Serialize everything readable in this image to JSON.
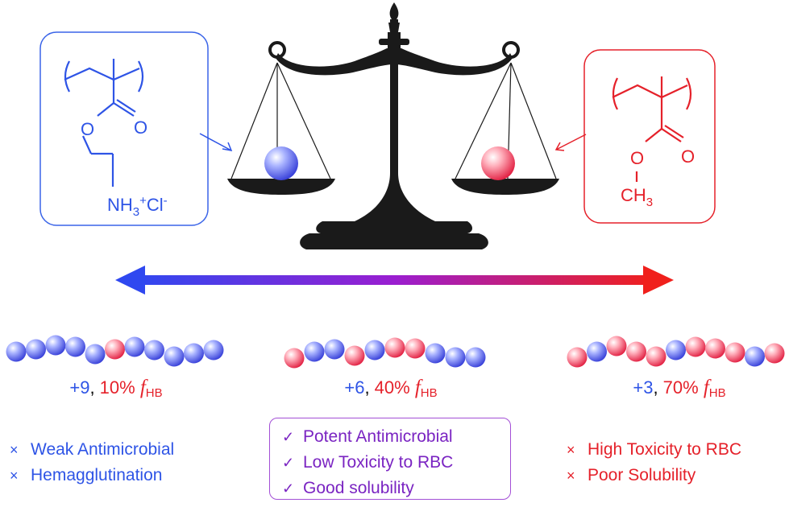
{
  "colors": {
    "blue": "#2e54e6",
    "red": "#e5212a",
    "purple": "#7a24c2",
    "scale": "#1a1a1a"
  },
  "left_monomer": {
    "o_label": "O",
    "carbonyl_o": "O",
    "amine": "NH3+Cl-"
  },
  "right_monomer": {
    "o_label": "O",
    "carbonyl_o": "O",
    "methyl": "CH3"
  },
  "chains": [
    {
      "beads": [
        "b",
        "b",
        "b",
        "b",
        "b",
        "r",
        "b",
        "b",
        "b",
        "b",
        "b"
      ]
    },
    {
      "beads": [
        "r",
        "b",
        "b",
        "r",
        "b",
        "r",
        "r",
        "b",
        "b",
        "b"
      ]
    },
    {
      "beads": [
        "r",
        "b",
        "r",
        "r",
        "r",
        "b",
        "r",
        "r",
        "r",
        "b",
        "r"
      ]
    }
  ],
  "ratios": [
    {
      "charge": "+9",
      "percent": "10%",
      "f": "f",
      "sub": "HB"
    },
    {
      "charge": "+6",
      "percent": "40%",
      "f": "f",
      "sub": "HB"
    },
    {
      "charge": "+3",
      "percent": "70%",
      "f": "f",
      "sub": "HB"
    }
  ],
  "left_list": {
    "mark": "×",
    "items": [
      "Weak Antimicrobial",
      "Hemagglutination"
    ]
  },
  "mid_list": {
    "mark": "✓",
    "items": [
      "Potent Antimicrobial",
      "Low Toxicity to RBC",
      "Good solubility"
    ]
  },
  "right_list": {
    "mark": "×",
    "items": [
      "High Toxicity to RBC",
      "Poor Solubility"
    ]
  }
}
